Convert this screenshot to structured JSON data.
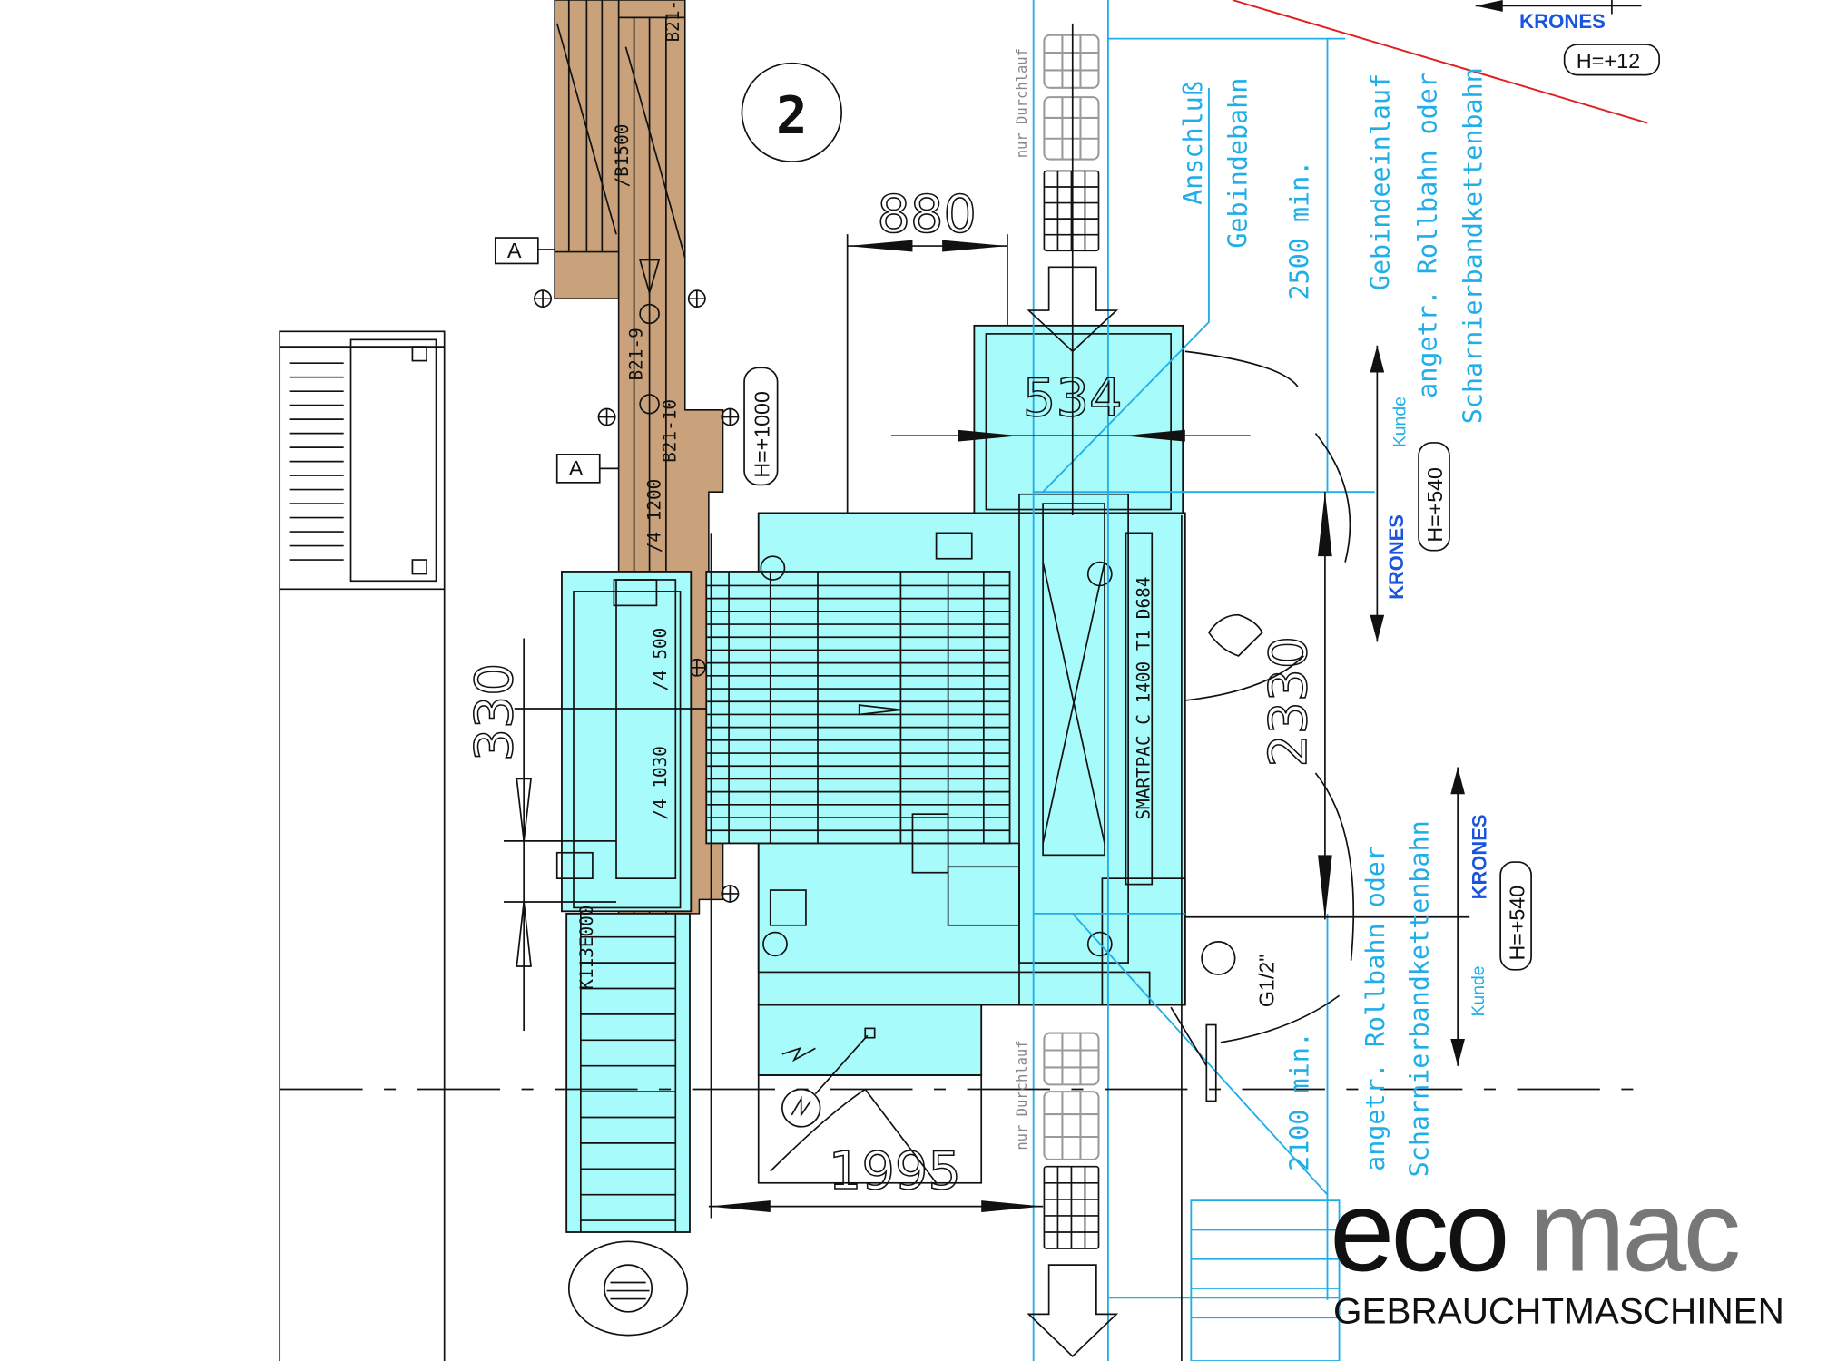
{
  "drawing": {
    "station_number": "2",
    "dimensions": {
      "d880": "880",
      "d534": "534",
      "d330": "330",
      "d2330": "2330",
      "d1995": "1995"
    },
    "height_labels": {
      "h1000": "H=+1000",
      "h540_top": "H=+540",
      "h540_bottom": "H=+540",
      "h12": "H=+12"
    },
    "krones": [
      "KRONES",
      "KRONES",
      "KRONES"
    ],
    "kunde": [
      "Kunde",
      "Kunde"
    ],
    "nur_durchlauf": [
      "nur Durchlauf",
      "nur Durchlauf"
    ],
    "notes_top": {
      "anschluss": "Anschluß",
      "gebindebahn": "Gebindebahn",
      "min2500": "2500 min.",
      "gebindeeinlauf": "Gebindeeinlauf",
      "angetr": "angetr. Rollbahn oder",
      "scharnier": "Scharnierbandkettenbahn"
    },
    "notes_bottom": {
      "min2100": "2100 min.",
      "angetr": "angetr. Rollbahn oder",
      "scharnier": "Scharnierbandkettenbahn"
    },
    "machine_label": "SMARTPAC C 1400 T1 D684",
    "part_labels": [
      "/4 500",
      "/4 1030",
      "/4 1200",
      "B21-10",
      "B21-9",
      "/B1500",
      "B21-",
      "K113E000",
      "G1/2\""
    ],
    "marker_a": [
      "A",
      "A"
    ],
    "colors": {
      "cyan": "#a8fbfb",
      "brown": "#c9a27b",
      "blue": "#20aee8",
      "krones": "#1a55e0",
      "red": "#e02020"
    }
  },
  "logo": {
    "eco": "eco",
    "mac": "mac",
    "subtitle": "GEBRAUCHTMASCHINEN"
  }
}
